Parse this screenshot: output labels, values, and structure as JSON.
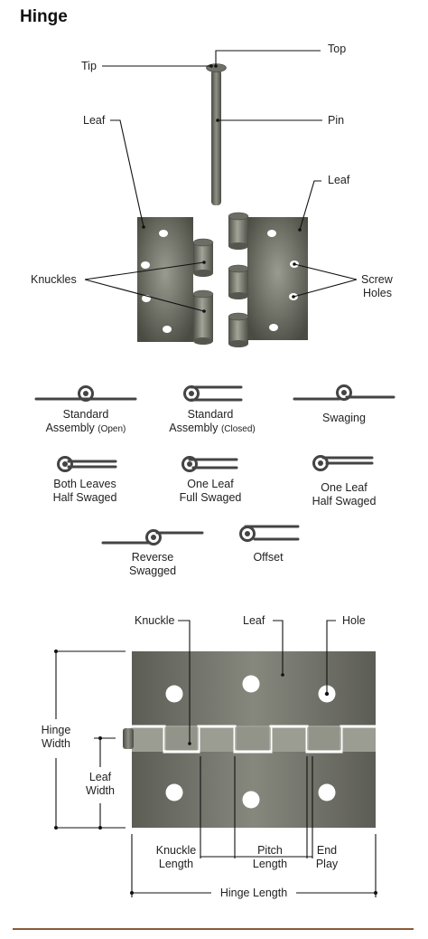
{
  "title": "Hinge",
  "parts": {
    "top": "Top",
    "tip": "Tip",
    "pin": "Pin",
    "leaf_left": "Leaf",
    "leaf_right": "Leaf",
    "knuckles": "Knuckles",
    "screw_holes_line1": "Screw",
    "screw_holes_line2": "Holes"
  },
  "types": [
    {
      "line1": "Standard",
      "line2": "Assembly",
      "note": "(Open)"
    },
    {
      "line1": "Standard",
      "line2": "Assembly",
      "note": "(Closed)"
    },
    {
      "line1": "Swaging",
      "line2": "",
      "note": ""
    },
    {
      "line1": "Both Leaves",
      "line2": "Half Swaged",
      "note": ""
    },
    {
      "line1": "One Leaf",
      "line2": "Full Swaged",
      "note": ""
    },
    {
      "line1": "One Leaf",
      "line2": "Half Swaged",
      "note": ""
    },
    {
      "line1": "Reverse",
      "line2": "Swagged",
      "note": ""
    },
    {
      "line1": "Offset",
      "line2": "",
      "note": ""
    }
  ],
  "dimensions": {
    "knuckle": "Knuckle",
    "leaf": "Leaf",
    "hole": "Hole",
    "hinge_width_line1": "Hinge",
    "hinge_width_line2": "Width",
    "leaf_width_line1": "Leaf",
    "leaf_width_line2": "Width",
    "knuckle_length_line1": "Knuckle",
    "knuckle_length_line2": "Length",
    "pitch_length_line1": "Pitch",
    "pitch_length_line2": "Length",
    "end_play_line1": "End",
    "end_play_line2": "Play",
    "hinge_length": "Hinge Length"
  },
  "colors": {
    "metal_light": "#8d8e83",
    "metal_dark": "#4d4e45",
    "footer_rule": "#8a5a3a"
  }
}
